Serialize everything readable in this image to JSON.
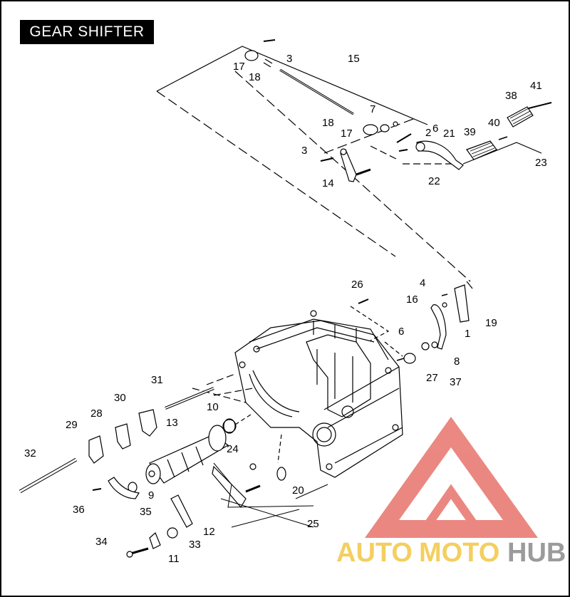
{
  "title": "GEAR SHIFTER",
  "colors": {
    "frame": "#000000",
    "watermark_red": "#e8736c",
    "watermark_yellow": "#f2c744",
    "watermark_gray": "#8a8a8a"
  },
  "callouts": [
    "1",
    "2",
    "3",
    "3",
    "4",
    "6",
    "6",
    "7",
    "8",
    "9",
    "10",
    "11",
    "12",
    "13",
    "14",
    "15",
    "16",
    "17",
    "17",
    "18",
    "18",
    "19",
    "20",
    "21",
    "22",
    "23",
    "24",
    "25",
    "26",
    "27",
    "28",
    "29",
    "30",
    "31",
    "32",
    "33",
    "34",
    "35",
    "36",
    "37",
    "38",
    "39",
    "40",
    "41"
  ],
  "watermark": {
    "part1": "AUTO",
    "part2": "MOTO",
    "part3": "HUB",
    "logo": "triangle-logo-icon"
  }
}
